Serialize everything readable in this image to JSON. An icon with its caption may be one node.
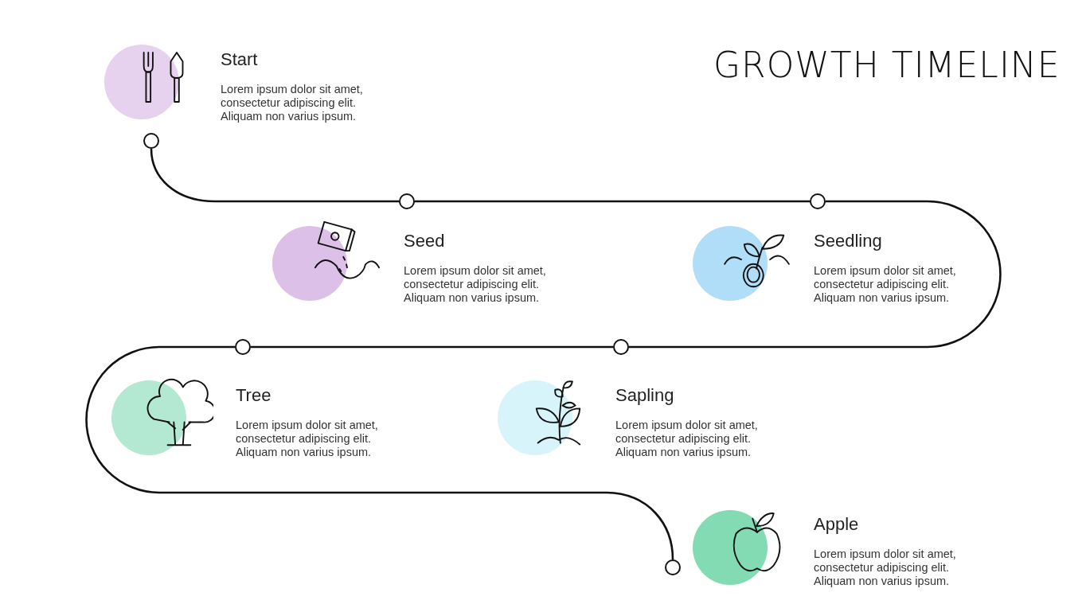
{
  "diagram": {
    "title": "GROWTH TIMELINE",
    "nodes": [
      {
        "text": [
          "Start",
          "Lorem ipsum dolor sit amet, consectetur adipiscing elit. Aliquam non varius ipsum."
        ]
      },
      {
        "text": [
          "Seed",
          "Lorem ipsum dolor sit amet, consectetur adipiscing elit. Aliquam non varius ipsum."
        ]
      },
      {
        "text": [
          "Seedling",
          "Lorem ipsum dolor sit amet, consectetur adipiscing elit. Aliquam non varius ipsum."
        ]
      },
      {
        "text": [
          "Tree",
          "Lorem ipsum dolor sit amet, consectetur adipiscing elit. Aliquam non varius ipsum."
        ]
      },
      {
        "text": [
          "Sapling",
          "Lorem ipsum dolor sit amet, consectetur adipiscing elit. Aliquam non varius ipsum."
        ]
      },
      {
        "text": [
          "Apple",
          "Lorem ipsum dolor sit amet, consectetur adipiscing elit. Aliquam non varius ipsum."
        ]
      },
      {
        "text": [],
        "shape": "circle"
      },
      {
        "text": [],
        "shape": "circle"
      },
      {
        "text": [],
        "shape": "circle"
      },
      {
        "text": [],
        "shape": "circle"
      },
      {
        "text": [],
        "shape": "circle"
      },
      {
        "text": [],
        "shape": "circle"
      }
    ],
    "edges": [
      {
        "from": 6,
        "to": 7,
        "arrow": "none"
      },
      {
        "from": 7,
        "to": 8,
        "arrow": "none"
      },
      {
        "from": 8,
        "to": 10,
        "arrow": "none"
      },
      {
        "from": 10,
        "to": 9,
        "arrow": "none"
      },
      {
        "from": 9,
        "to": 11,
        "arrow": "none"
      }
    ]
  }
}
